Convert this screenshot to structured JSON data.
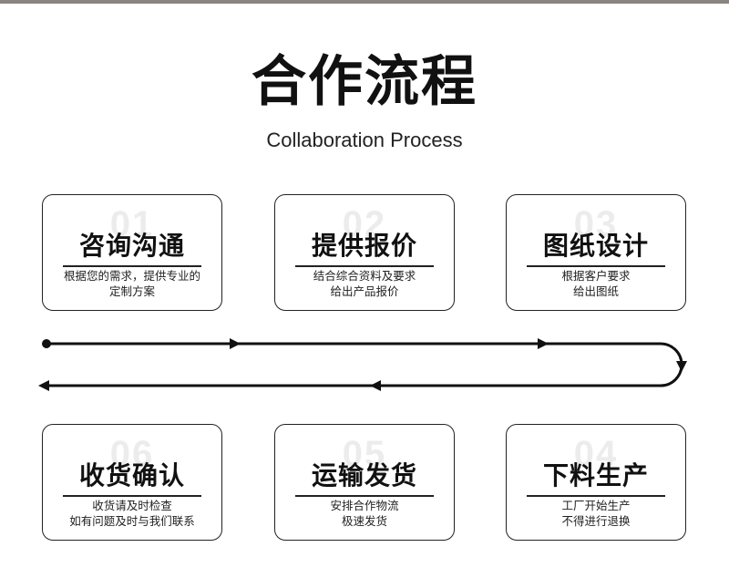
{
  "header": {
    "title": "合作流程",
    "subtitle": "Collaboration Process"
  },
  "steps": [
    {
      "num": "01",
      "name": "咨询沟通",
      "desc": [
        "根据您的需求，提供专业的",
        "定制方案"
      ]
    },
    {
      "num": "02",
      "name": "提供报价",
      "desc": [
        "结合综合资料及要求",
        "给出产品报价"
      ]
    },
    {
      "num": "03",
      "name": "图纸设计",
      "desc": [
        "根据客户要求",
        "给出图纸"
      ]
    },
    {
      "num": "04",
      "name": "下料生产",
      "desc": [
        "工厂开始生产",
        "不得进行退换"
      ]
    },
    {
      "num": "05",
      "name": "运输发货",
      "desc": [
        "安排合作物流",
        "极速发货"
      ]
    },
    {
      "num": "06",
      "name": "收货确认",
      "desc": [
        "收货请及时检查",
        "如有问题及时与我们联系"
      ]
    }
  ],
  "colors": {
    "border": "#222222",
    "line": "#111111",
    "number_watermark": "#ececec",
    "top_bar": "#8a8580"
  }
}
